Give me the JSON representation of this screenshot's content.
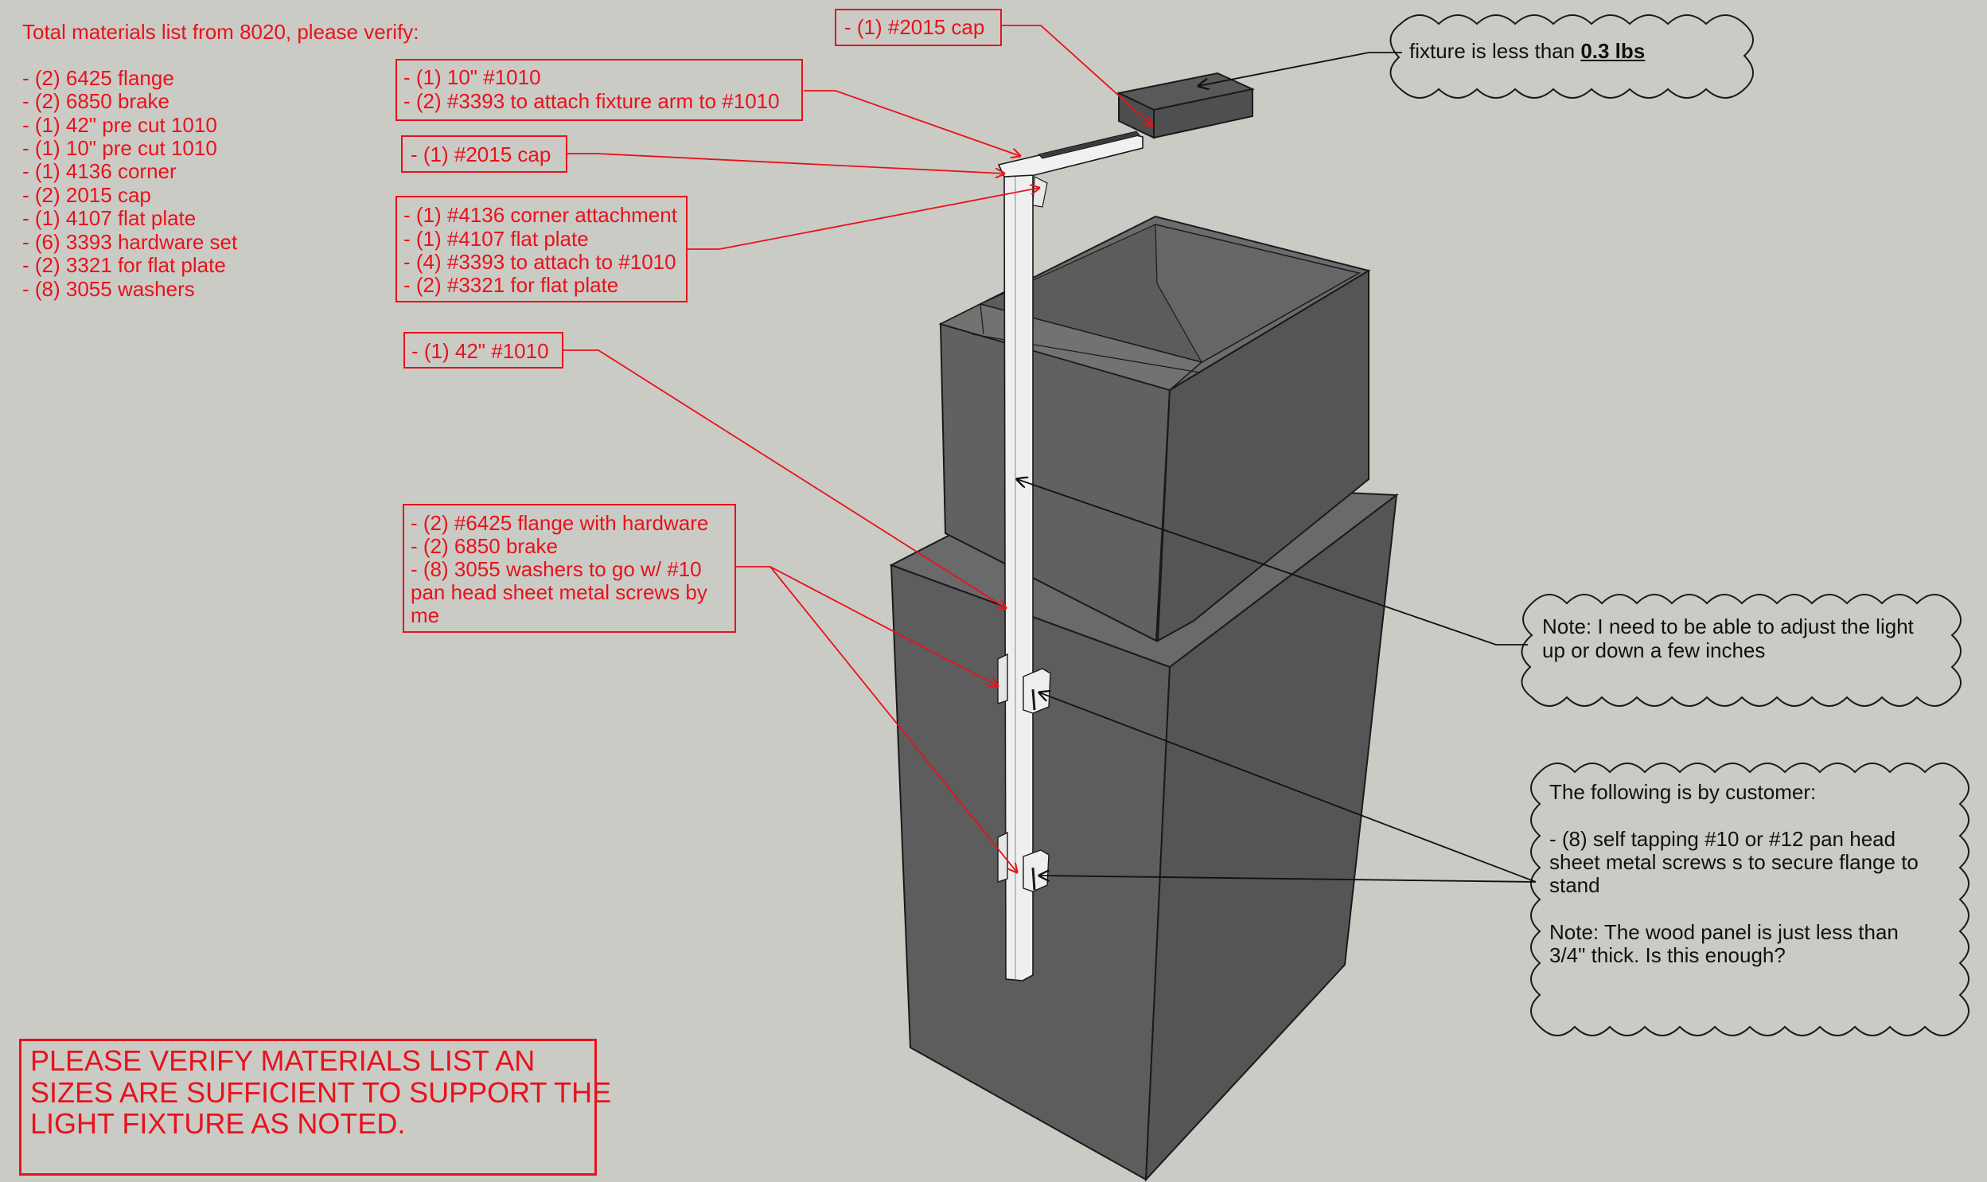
{
  "materials": {
    "heading": "Total materials list from 8020, please verify:",
    "items": [
      "- (2) 6425 flange",
      "- (2) 6850 brake",
      "- (1) 42\" pre cut 1010",
      "- (1) 10\" pre cut 1010",
      "- (1) 4136 corner",
      "- (2) 2015 cap",
      "- (1) 4107 flat plate",
      "- (6) 3393 hardware set",
      "- (2) 3321 for flat plate",
      "- (8) 3055 washers"
    ]
  },
  "verify_note": {
    "lines": [
      "PLEASE VERIFY MATERIALS LIST AN",
      "SIZES ARE SUFFICIENT TO SUPPORT THE",
      "LIGHT FIXTURE AS NOTED."
    ]
  },
  "callouts": {
    "cap_top": {
      "lines": [
        "- (1) #2015 cap"
      ]
    },
    "arm": {
      "lines": [
        "- (1) 10\" #1010",
        "- (2) #3393 to attach fixture arm to #1010"
      ]
    },
    "cap_mid": {
      "lines": [
        "- (1) #2015 cap"
      ]
    },
    "corner": {
      "lines": [
        "- (1) #4136 corner attachment",
        "- (1) #4107 flat plate",
        "- (4) #3393 to attach to #1010",
        "- (2) #3321 for flat plate"
      ]
    },
    "post": {
      "lines": [
        "- (1) 42\" #1010"
      ]
    },
    "flange": {
      "lines": [
        "- (2) #6425 flange with hardware",
        "- (2) 6850 brake",
        "- (8) 3055 washers to go w/ #10",
        "pan head sheet metal screws by",
        "me"
      ]
    }
  },
  "clouds": {
    "fixture": {
      "prefix": "fixture is less than ",
      "emphasis": "0.3 lbs"
    },
    "adjust": {
      "lines": [
        "Note: I need to be able to adjust the light",
        "up or down a few inches"
      ]
    },
    "customer": {
      "lines": [
        "The following is by customer:",
        "",
        "- (8) self tapping #10 or #12 pan head",
        "sheet metal screws s to secure flange to",
        "stand",
        "",
        "Note: The wood panel is just less than",
        "3/4\" thick. Is this enough?"
      ]
    }
  },
  "colors": {
    "background": "#cbcbc6",
    "annotation_red": "#e8121b",
    "box_face_dark": "#555555",
    "box_face_mid": "#6a6a6a",
    "extrusion": "#efefef"
  }
}
